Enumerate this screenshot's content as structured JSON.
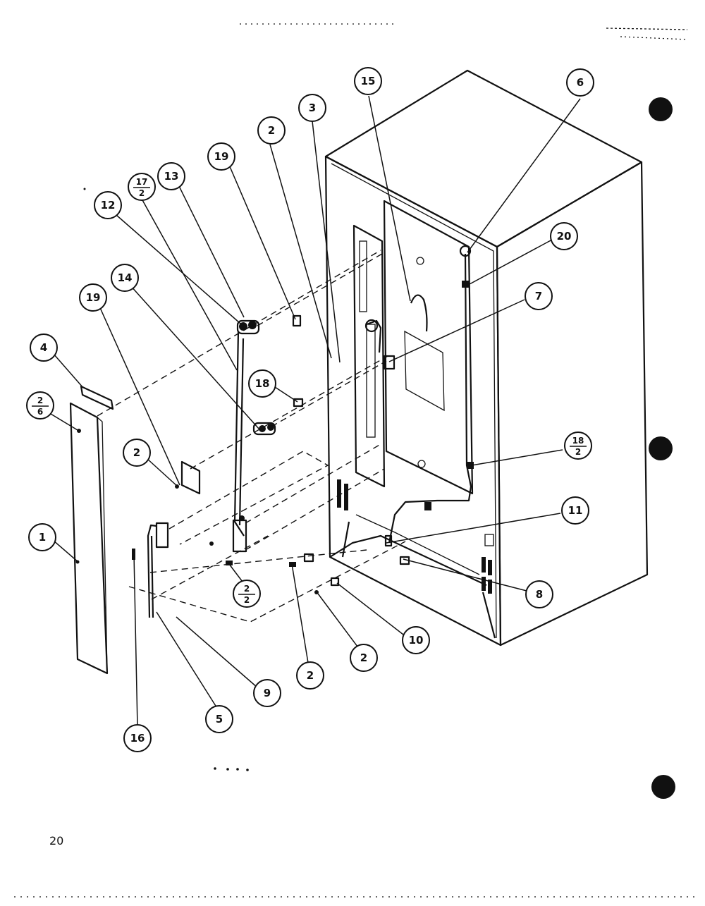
{
  "page_number": "20",
  "callouts": [
    {
      "id": "c1",
      "label": "1"
    },
    {
      "id": "c2a",
      "label": "2"
    },
    {
      "id": "c2b",
      "label": "2"
    },
    {
      "id": "c2c",
      "label": "2"
    },
    {
      "id": "c2d",
      "label": "2"
    },
    {
      "id": "c3",
      "label": "3"
    },
    {
      "id": "c4",
      "label": "4"
    },
    {
      "id": "c5",
      "label": "5"
    },
    {
      "id": "c6",
      "label": "6"
    },
    {
      "id": "c7",
      "label": "7"
    },
    {
      "id": "c8",
      "label": "8"
    },
    {
      "id": "c9",
      "label": "9"
    },
    {
      "id": "c10",
      "label": "10"
    },
    {
      "id": "c11",
      "label": "11"
    },
    {
      "id": "c12",
      "label": "12"
    },
    {
      "id": "c13",
      "label": "13"
    },
    {
      "id": "c14",
      "label": "14"
    },
    {
      "id": "c15",
      "label": "15"
    },
    {
      "id": "c16",
      "label": "16"
    },
    {
      "id": "c18",
      "label": "18"
    },
    {
      "id": "c19a",
      "label": "19"
    },
    {
      "id": "c19b",
      "label": "19"
    },
    {
      "id": "c20",
      "label": "20"
    }
  ],
  "fraction_callouts": [
    {
      "id": "f2_6",
      "numerator": "2",
      "denominator": "6"
    },
    {
      "id": "f17_2",
      "numerator": "17",
      "denominator": "2"
    },
    {
      "id": "f18_2",
      "numerator": "18",
      "denominator": "2"
    },
    {
      "id": "f2_2",
      "numerator": "2",
      "denominator": "2"
    }
  ]
}
